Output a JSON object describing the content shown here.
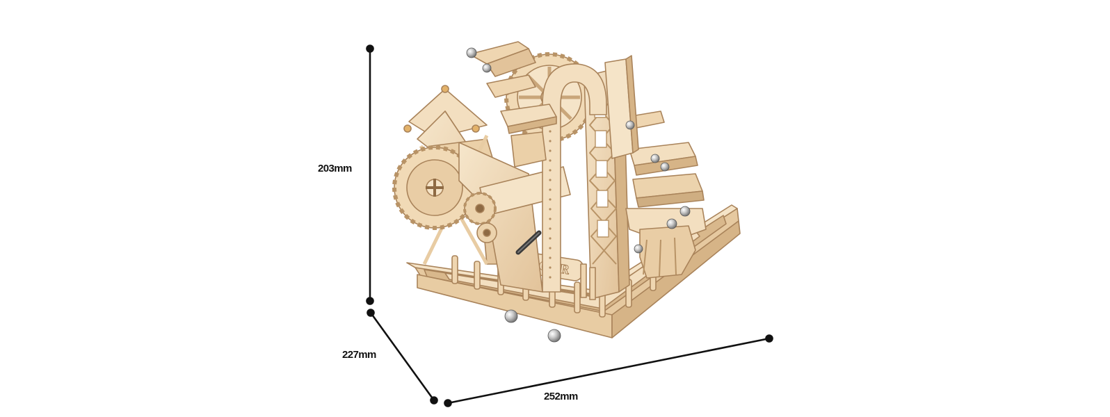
{
  "dimensions": {
    "height": "203mm",
    "depth": "227mm",
    "width": "252mm"
  },
  "product": {
    "logo_text": "ROKR"
  },
  "colors": {
    "wood_light": "#f3dfc0",
    "wood_mid": "#e6c9a0",
    "wood_dark": "#c9a67a",
    "wood_edge": "#a9835a",
    "dimension_line": "#111111",
    "background": "#ffffff"
  }
}
